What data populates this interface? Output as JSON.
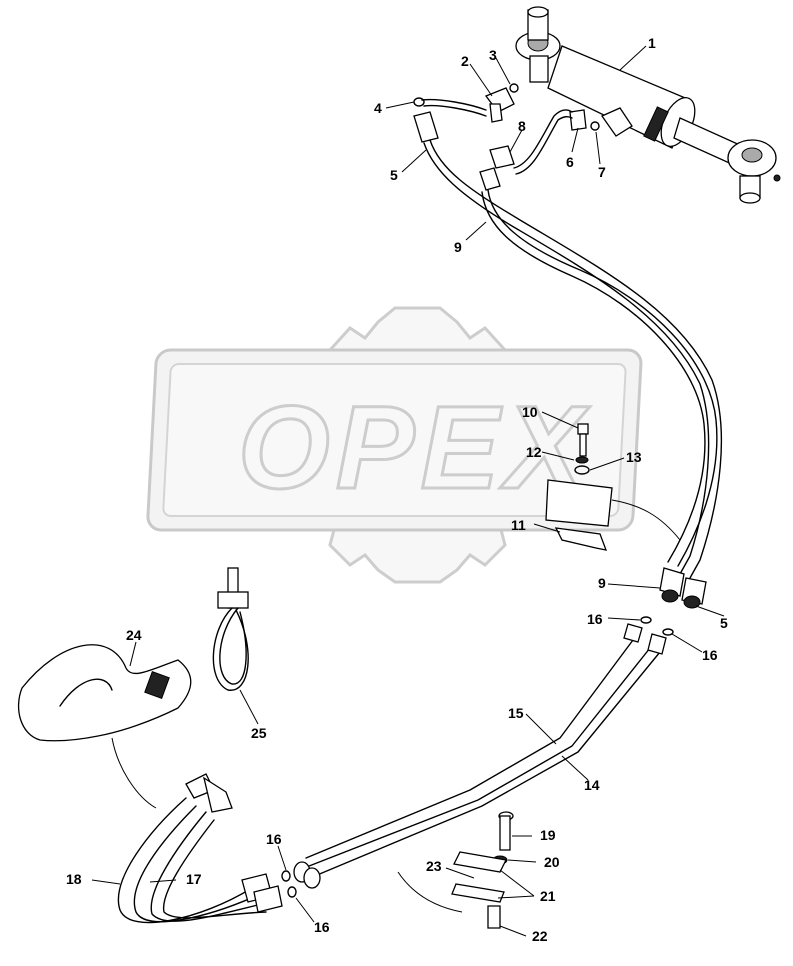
{
  "watermark": {
    "text": "OPEX"
  },
  "callouts": [
    {
      "id": "c1",
      "label": "1"
    },
    {
      "id": "c2",
      "label": "2"
    },
    {
      "id": "c3",
      "label": "3"
    },
    {
      "id": "c4",
      "label": "4"
    },
    {
      "id": "c5a",
      "label": "5"
    },
    {
      "id": "c6",
      "label": "6"
    },
    {
      "id": "c7",
      "label": "7"
    },
    {
      "id": "c8",
      "label": "8"
    },
    {
      "id": "c9a",
      "label": "9"
    },
    {
      "id": "c10",
      "label": "10"
    },
    {
      "id": "c11",
      "label": "11"
    },
    {
      "id": "c12",
      "label": "12"
    },
    {
      "id": "c13",
      "label": "13"
    },
    {
      "id": "c9b",
      "label": "9"
    },
    {
      "id": "c5b",
      "label": "5"
    },
    {
      "id": "c16a",
      "label": "16"
    },
    {
      "id": "c16b",
      "label": "16"
    },
    {
      "id": "c24",
      "label": "24"
    },
    {
      "id": "c25",
      "label": "25"
    },
    {
      "id": "c15",
      "label": "15"
    },
    {
      "id": "c14",
      "label": "14"
    },
    {
      "id": "c16c",
      "label": "16"
    },
    {
      "id": "c16d",
      "label": "16"
    },
    {
      "id": "c19",
      "label": "19"
    },
    {
      "id": "c20",
      "label": "20"
    },
    {
      "id": "c23",
      "label": "23"
    },
    {
      "id": "c21",
      "label": "21"
    },
    {
      "id": "c22",
      "label": "22"
    },
    {
      "id": "c18",
      "label": "18"
    },
    {
      "id": "c17",
      "label": "17"
    }
  ]
}
